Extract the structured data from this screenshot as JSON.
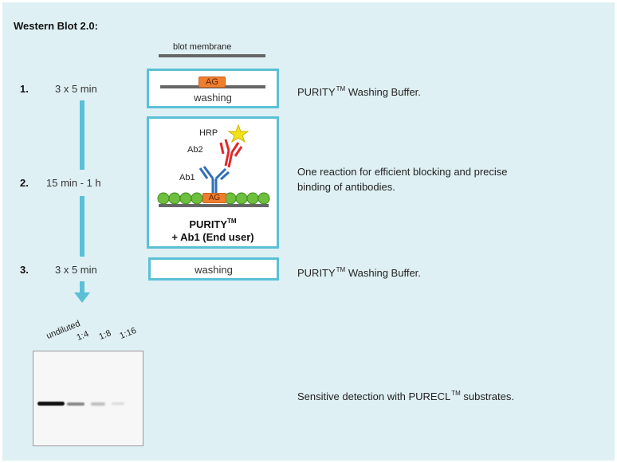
{
  "title": "Western Blot 2.0:",
  "membrane_label": "blot membrane",
  "steps": [
    {
      "num": "1.",
      "time": "3 x 5 min",
      "desc": "PURITY",
      "desc_sup": "TM",
      "desc_after": " Washing Buffer.",
      "box_label": "washing",
      "ag": "AG"
    },
    {
      "num": "2.",
      "time": "15 min - 1 h",
      "desc_line1": "One reaction for efficient blocking and precise",
      "desc_line2": "binding of antibodies.",
      "hrp": "HRP",
      "ab2": "Ab2",
      "ab1": "Ab1",
      "ag": "AG",
      "purity": "PURITY",
      "purity_sup": "TM",
      "purity_line2": "+ Ab1 (End user)"
    },
    {
      "num": "3.",
      "time": "3 x 5 min",
      "desc": "PURITY",
      "desc_sup": "TM",
      "desc_after": " Washing Buffer.",
      "box_label": "washing"
    }
  ],
  "detection": {
    "lanes": [
      "undiluted",
      "1:4",
      "1:8",
      "1:16"
    ],
    "desc": "Sensitive detection with PURECL",
    "desc_sup": "TM",
    "desc_after": " substrates."
  },
  "colors": {
    "background": "#dff0f4",
    "box_border": "#5bc0d6",
    "arrow": "#5bc0d6",
    "antigen": "#ef7f2f",
    "ab1": "#2f6fb6",
    "ab2": "#e02a2a",
    "bead": "#6fbf3f",
    "hrp_star": "#f2e21a"
  }
}
